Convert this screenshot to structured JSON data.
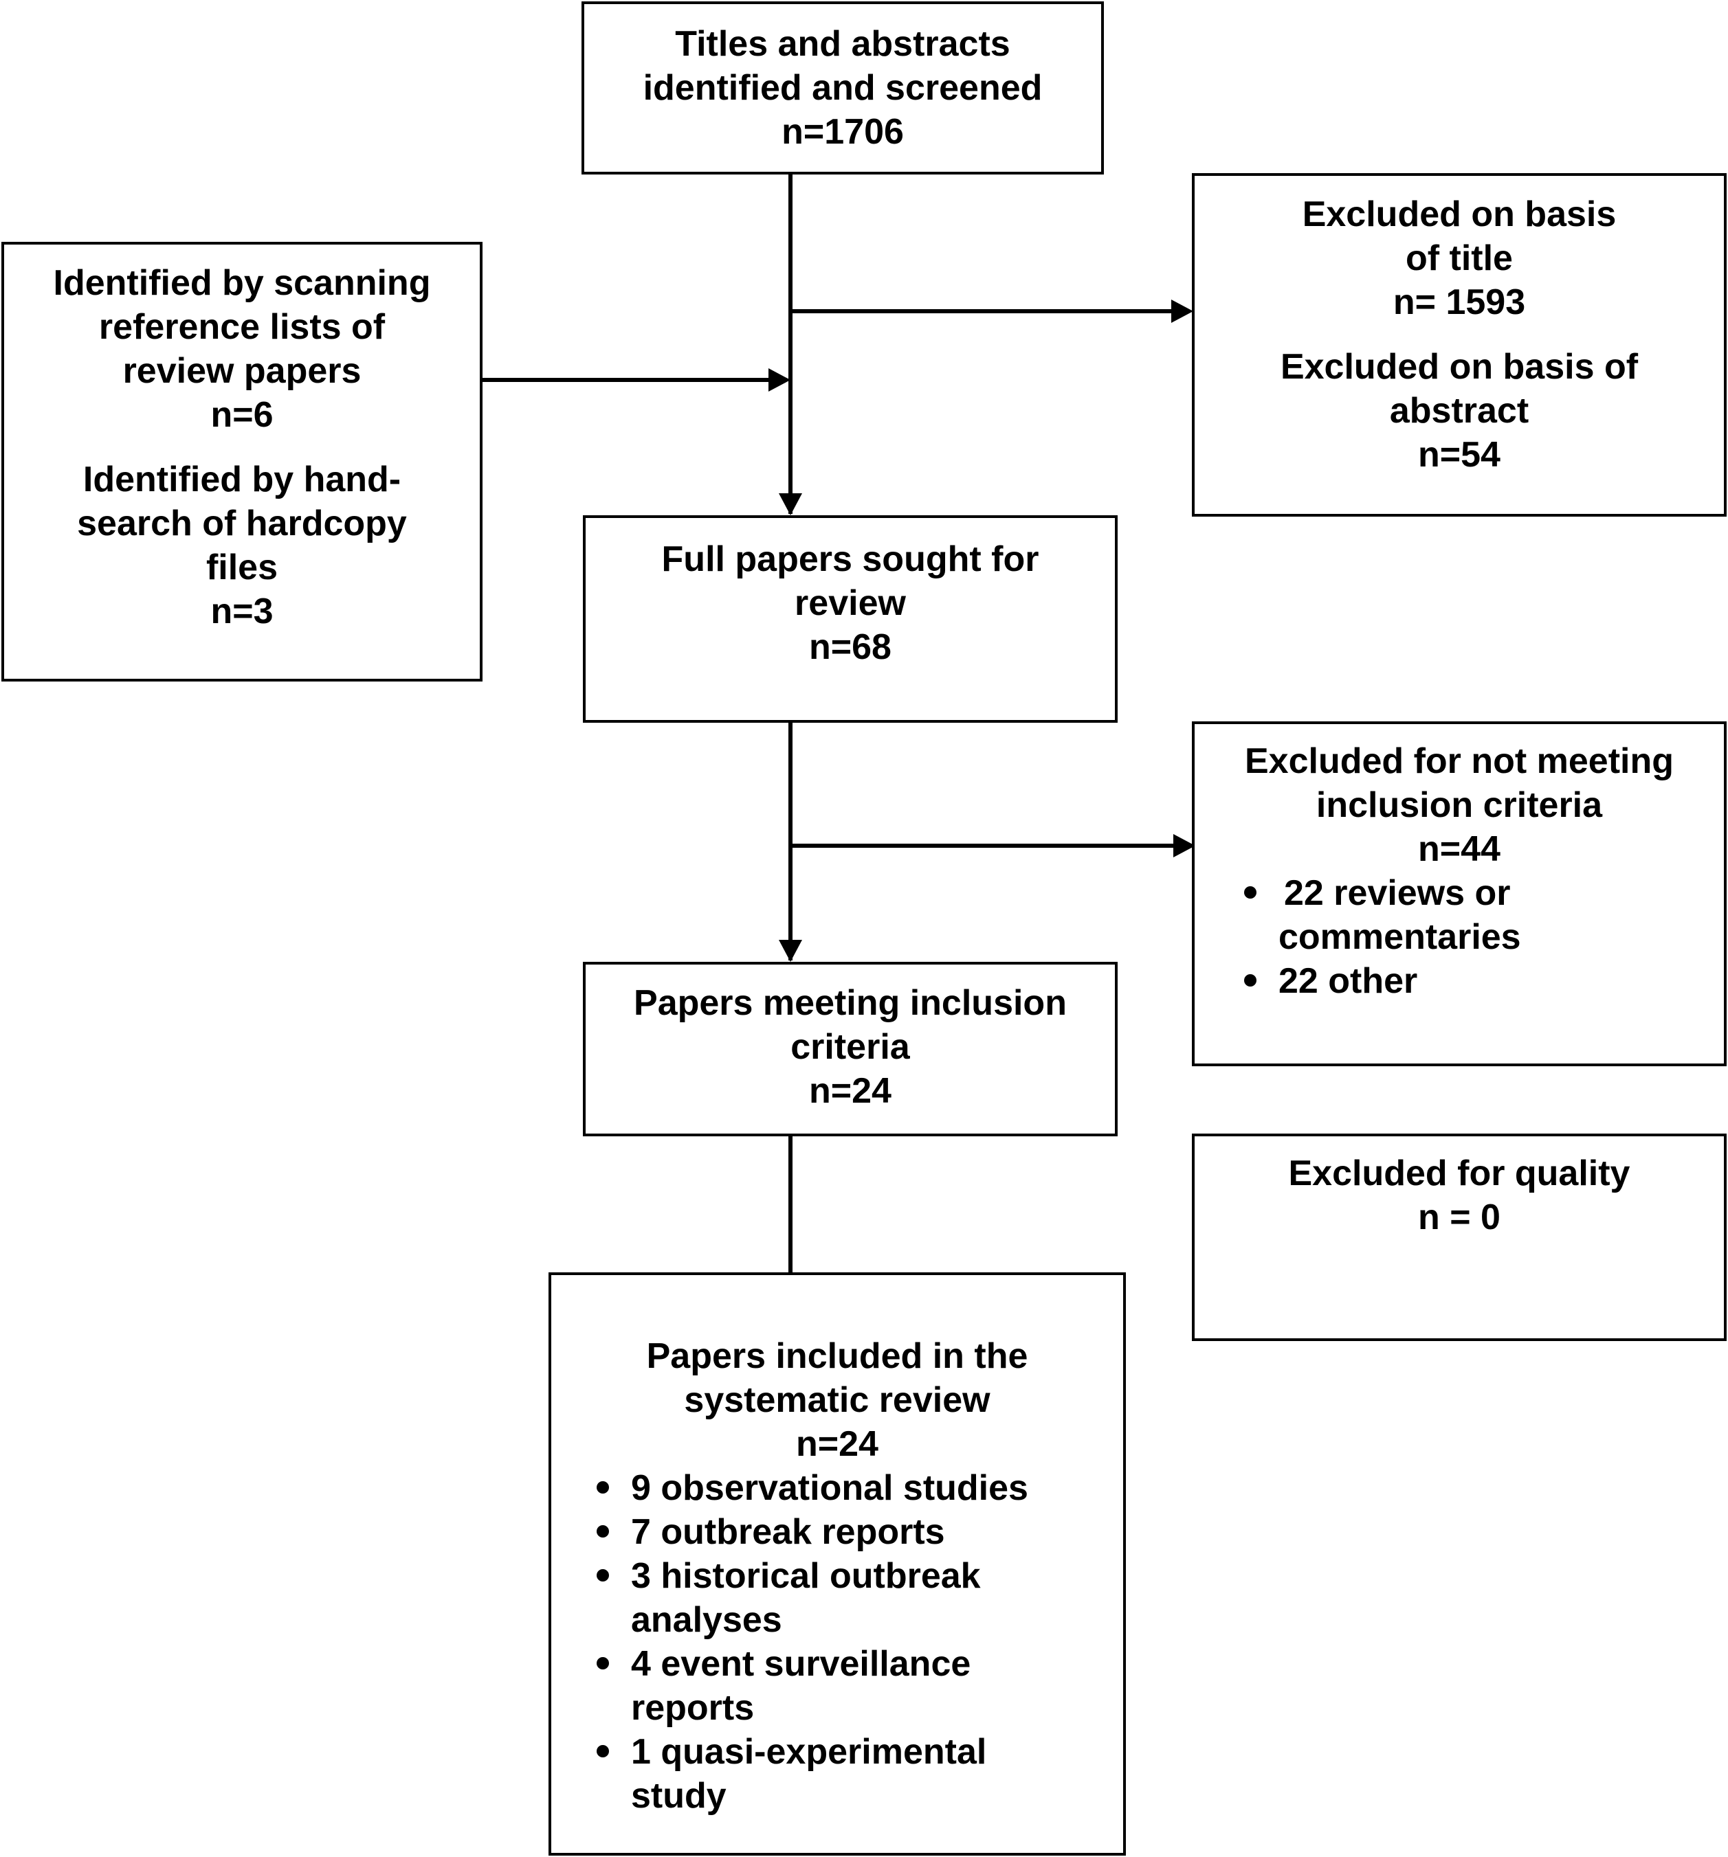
{
  "boxes": {
    "titles_abstracts": {
      "lines": [
        "Titles and abstracts",
        "identified and screened",
        "n=1706"
      ]
    },
    "excluded_title_abstract": {
      "title_lines": [
        "Excluded on basis",
        "of title",
        "n= 1593"
      ],
      "abstract_lines": [
        "Excluded on basis of",
        "abstract",
        "n=54"
      ]
    },
    "identified_other": {
      "scan_lines": [
        "Identified by scanning",
        "reference lists of",
        "review papers",
        "n=6"
      ],
      "hand_lines": [
        "Identified by hand-",
        "search of hardcopy",
        "files",
        "n=3"
      ]
    },
    "full_papers": {
      "lines": [
        "Full papers sought for",
        "review",
        "n=68"
      ]
    },
    "excluded_inclusion": {
      "lines": [
        "Excluded for not meeting",
        "inclusion criteria",
        "n=44"
      ],
      "bullets": [
        "22 reviews or",
        "commentaries",
        "22 other"
      ]
    },
    "meeting_criteria": {
      "lines": [
        "Papers meeting inclusion",
        "criteria",
        "n=24"
      ]
    },
    "excluded_quality": {
      "lines": [
        "Excluded for quality",
        "n = 0"
      ]
    },
    "included_review": {
      "lines": [
        "Papers included in the",
        "systematic review",
        "n=24"
      ],
      "bullets": [
        [
          "9 observational studies"
        ],
        [
          "7 outbreak reports"
        ],
        [
          "3 historical outbreak",
          "analyses"
        ],
        [
          "4 event surveillance",
          "reports"
        ],
        [
          "1 quasi-experimental",
          "study"
        ]
      ]
    }
  }
}
